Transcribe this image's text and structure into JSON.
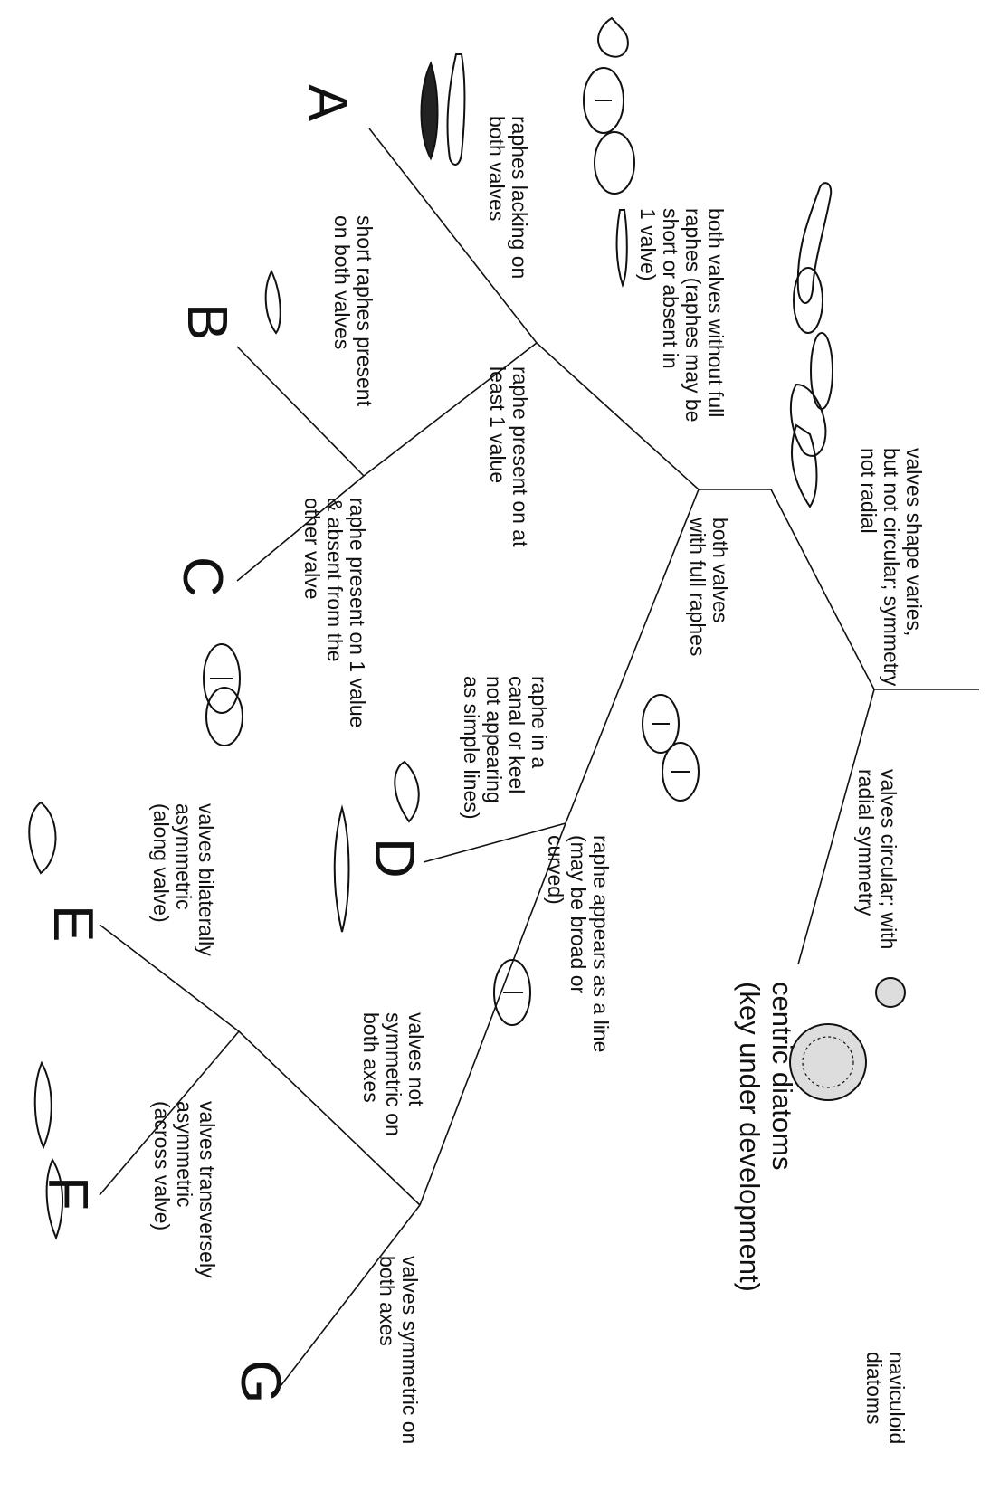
{
  "diagram": {
    "labels": {
      "A": "A",
      "B": "B",
      "C": "C",
      "D": "D",
      "E": "E",
      "F": "F",
      "G": "G"
    },
    "texts": {
      "valves_shape_varies": "valves shape varies,\nbut not circular; symmetry\nnot radial",
      "valves_circular": "valves circular; with\nradial symmetry",
      "centric": "centric diatoms\n(key under development)",
      "without_full": "both valves without full\nraphes (raphes may be\nshort or absent in\n1 valve)",
      "with_full": "both valves\nwith full raphes",
      "raphes_lacking": "raphes lacking on\nboth valves",
      "raphe_present": "raphe present on at\nleast 1 value",
      "short_raphes": "short raphes present\non both valves",
      "raphe_one": "raphe present on 1 value\n& absent from the\nother valve",
      "raphe_canal": "raphe in a\ncanal or keel\nnot appearing\nas simple lines)",
      "raphe_line": "raphe appears as a line\n(may be broad or\ncurved)",
      "not_symmetric": "valves not\nsymmetric on\nboth axes",
      "symmetric": "valves symmetric on\nboth axes",
      "bilateral": "valves bilaterally\nasymmetric\n(along valve)",
      "transverse": "valves transversely\nasymmetric\n(across valve)",
      "naviculoid": "naviculoid\ndiatoms"
    }
  }
}
